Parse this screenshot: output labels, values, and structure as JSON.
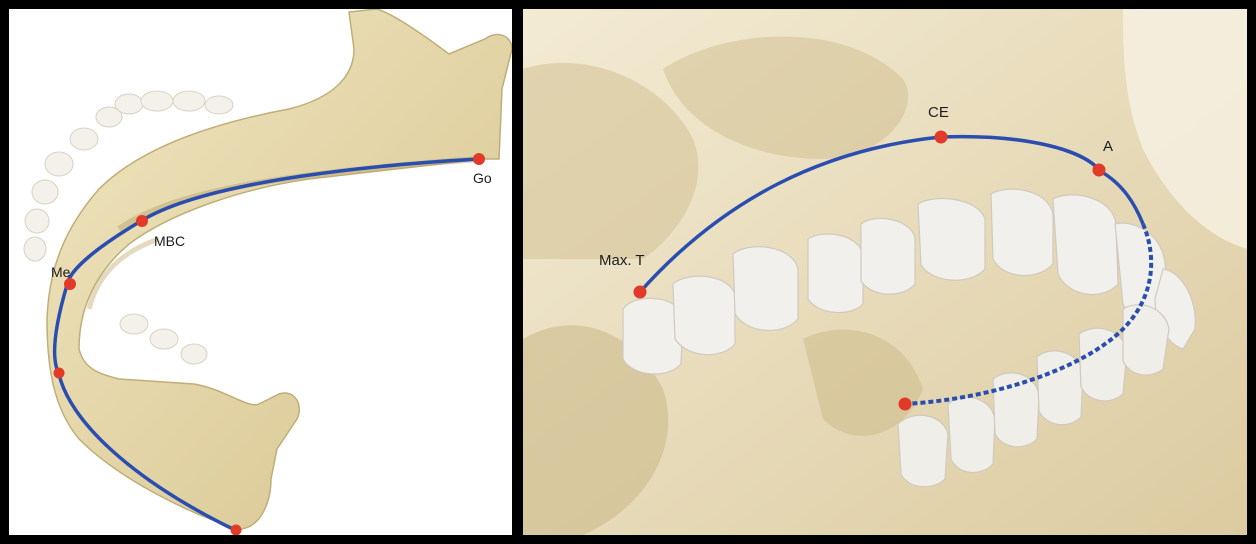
{
  "left_panel": {
    "landmarks": {
      "go": "Go",
      "mbc": "MBC",
      "me": "Me"
    }
  },
  "right_panel": {
    "landmarks": {
      "ce": "CE",
      "a": "A",
      "max_t": "Max. T"
    }
  },
  "colors": {
    "bone": "#e8d9a8",
    "bone_shadow": "#cdbb86",
    "tooth": "#f4f2ec",
    "curve": "#2a4db0",
    "landmark": "#e23a2a",
    "frame": "#000000"
  }
}
